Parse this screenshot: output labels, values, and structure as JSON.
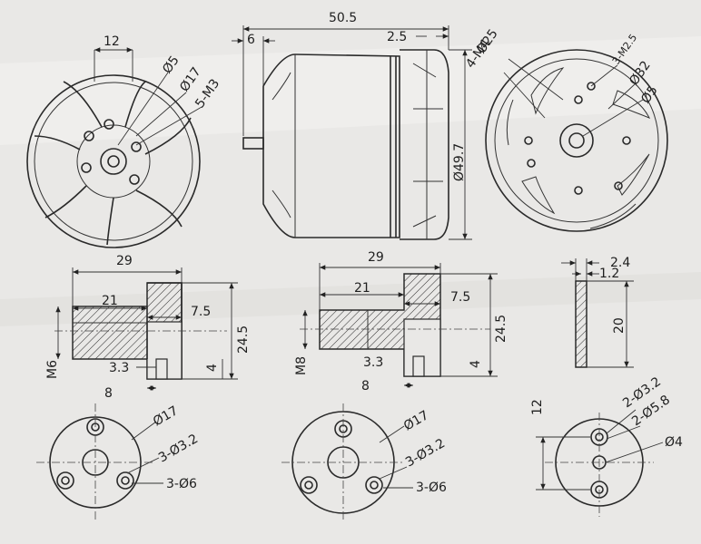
{
  "motor": {
    "length": "50.5",
    "shaft_length": "6",
    "base_thickness": "2.5",
    "diameter": "Ø49.7"
  },
  "front_view": {
    "width": "12",
    "d1": "Ø5",
    "d2": "Ø17",
    "holes": "5-M3"
  },
  "rear_view": {
    "d1": "Ø25",
    "holes1": "4-M4",
    "holes2": "3-M2.5",
    "d2": "Ø32",
    "d3": "Ø5"
  },
  "adapter_m6": {
    "total": "29",
    "shank": "21",
    "flange": "7.5",
    "height": "24.5",
    "thread": "M6",
    "step": "3.3",
    "small": "4",
    "bottom": "8"
  },
  "adapter_m8": {
    "total": "29",
    "shank": "21",
    "flange": "7.5",
    "height": "24.5",
    "thread": "M8",
    "step": "3.3",
    "small": "4",
    "bottom": "8"
  },
  "plate": {
    "thickness": "2.4",
    "inner": "1.2",
    "height": "20"
  },
  "bottom_left": {
    "d": "Ø17",
    "holes": "3-Ø3.2",
    "counterbore": "3-Ø6"
  },
  "bottom_mid": {
    "d": "Ø17",
    "holes": "3-Ø3.2",
    "counterbore": "3-Ø6"
  },
  "bottom_right": {
    "height": "12",
    "holes": "2-Ø3.2",
    "counterbore": "2-Ø5.8",
    "center": "Ø4"
  }
}
